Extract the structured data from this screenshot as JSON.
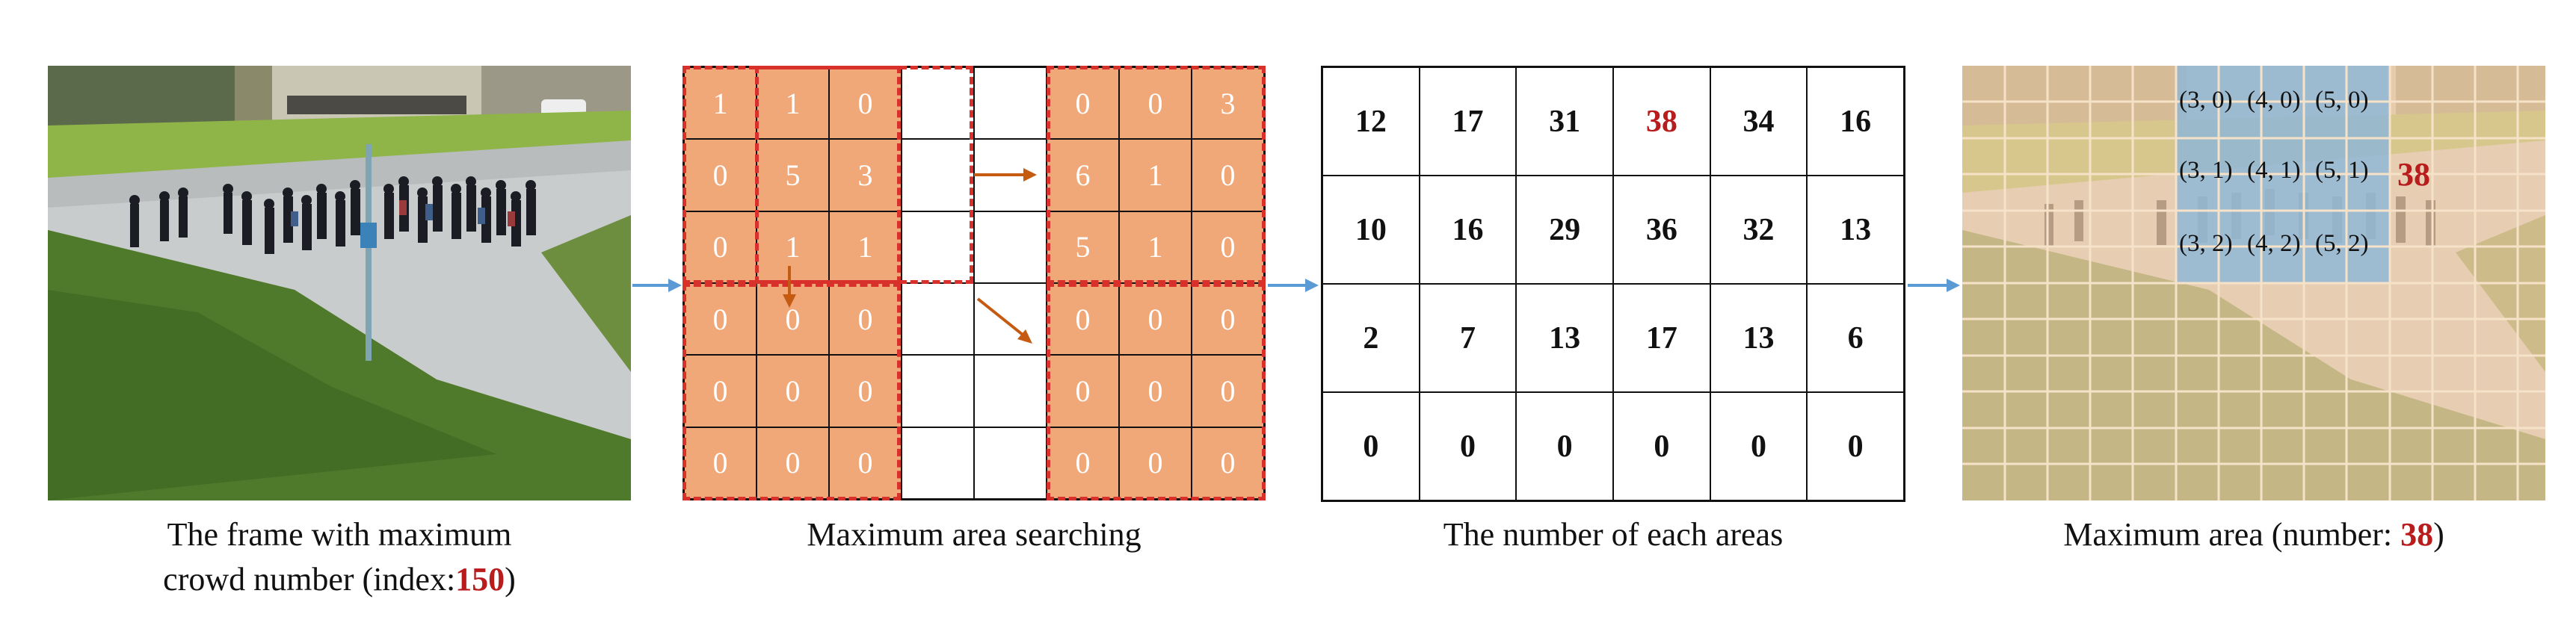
{
  "colors": {
    "cell_fill": "#f0a878",
    "dash_border": "#d8302b",
    "highlight_red": "#b81c1c",
    "arrow_blue": "#5b9bd5",
    "arrow_orange": "#c55a11",
    "region_blue": "#8fb7d6"
  },
  "panel_photo": {
    "caption_line1": "The frame with maximum",
    "caption_line2_prefix": "crowd number (index:",
    "caption_index": "150",
    "caption_line2_suffix": ")"
  },
  "panel_search": {
    "caption": "Maximum area searching",
    "grid": [
      [
        "1",
        "1",
        "0",
        "",
        "",
        "0",
        "0",
        "3"
      ],
      [
        "0",
        "5",
        "3",
        "",
        "",
        "6",
        "1",
        "0"
      ],
      [
        "0",
        "1",
        "1",
        "",
        "",
        "5",
        "1",
        "0"
      ],
      [
        "0",
        "0",
        "0",
        "",
        "",
        "0",
        "0",
        "0"
      ],
      [
        "0",
        "0",
        "0",
        "",
        "",
        "0",
        "0",
        "0"
      ],
      [
        "0",
        "0",
        "0",
        "",
        "",
        "0",
        "0",
        "0"
      ]
    ]
  },
  "panel_counts": {
    "caption": "The number of each areas",
    "max_value": "38",
    "grid": [
      [
        "12",
        "17",
        "31",
        "38",
        "34",
        "16"
      ],
      [
        "10",
        "16",
        "29",
        "36",
        "32",
        "13"
      ],
      [
        "2",
        "7",
        "13",
        "17",
        "13",
        "6"
      ],
      [
        "0",
        "0",
        "0",
        "0",
        "0",
        "0"
      ]
    ]
  },
  "panel_result": {
    "caption_prefix": "Maximum area (number: ",
    "caption_number": "38",
    "caption_suffix": ")",
    "region_labels": [
      [
        "(3, 0)",
        "(4, 0)",
        "(5, 0)"
      ],
      [
        "(3, 1)",
        "(4, 1)",
        "(5, 1)"
      ],
      [
        "(3, 2)",
        "(4, 2)",
        "(5, 2)"
      ]
    ],
    "max_label": "38"
  }
}
